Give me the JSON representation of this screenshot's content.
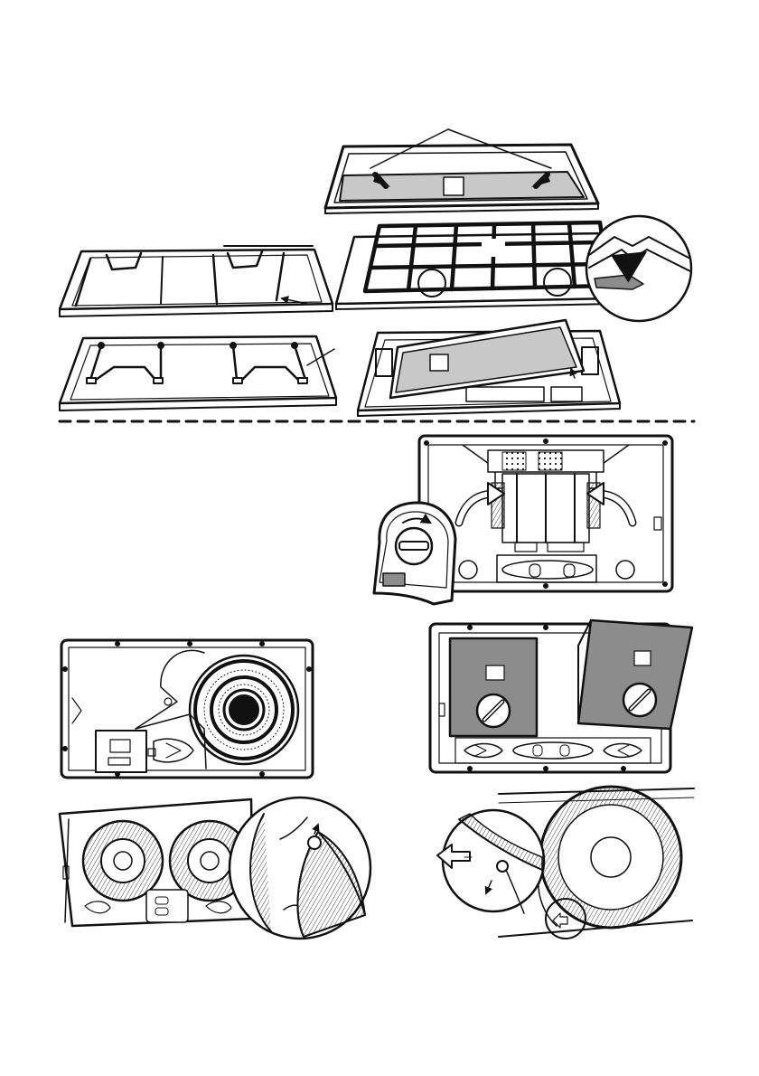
{
  "page": {
    "background": "#ffffff",
    "ink": "#111111",
    "filter_fill": "#c8c8c8",
    "cover_fill": "#8c8c8c"
  },
  "sections": [
    "grease-filter-removal",
    "grille-and-lamp-cover",
    "charcoal-filter-fitting",
    "fan-housing",
    "charcoal-filters-installed",
    "fan-rear-clip-detail",
    "fan-clip-detail"
  ],
  "icons": [
    "arrow-icon",
    "rotate-arrow-icon",
    "hand-knob-icon",
    "clip-detail-icon",
    "dashed-divider-icon"
  ]
}
